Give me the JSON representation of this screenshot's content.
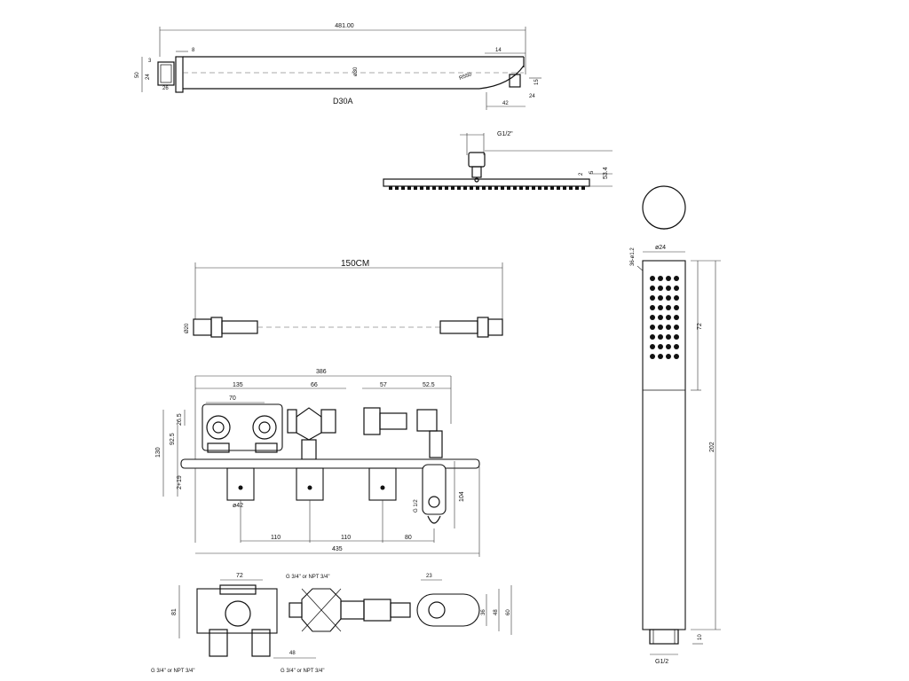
{
  "drawing": {
    "arm": {
      "label": "D30A",
      "total_length": "481.00",
      "flange_depth": "8",
      "end_offset": "14",
      "flange_height": "50",
      "square_a": "3",
      "square_b": "24",
      "square_c": "26",
      "tube": "ø30",
      "radius": "R550",
      "drop": "15",
      "drop_b": "24",
      "reach": "42"
    },
    "shower_head": {
      "thread": "G1/2\"",
      "dims": [
        "2",
        "5",
        "53.4"
      ]
    },
    "hose": {
      "length": "150CM",
      "diameter": "Ø20"
    },
    "valve_front": {
      "overall_top": "386",
      "seg1": "135",
      "seg2": "66",
      "seg3": "57",
      "seg4": "52.5",
      "inner": "70",
      "h_total": "130",
      "h_mid": "92.5",
      "h_top": "26.5",
      "h_low": "2+19",
      "knob_dia": "ø42",
      "spacing_a": "110",
      "spacing_b": "110",
      "spacing_c": "80",
      "plate_width": "435",
      "outlet_height": "104",
      "outlet_thread": "G 1/2"
    },
    "valve_plan": {
      "top_dim": "72",
      "connection_top": "G 3/4\" or NPT 3/4\"",
      "depth": "81",
      "offset": "48",
      "width_a": "23",
      "height_a": "36",
      "height_b": "48",
      "height_c": "60",
      "conn_left": "G 3/4\" or NPT 3/4\"",
      "conn_right": "G 3/4\" or NPT 3/4\""
    },
    "hand_shower": {
      "holes": "36-ø1.2",
      "diameter": "ø24",
      "spray_len": "72",
      "total_len": "202",
      "thread_len": "10",
      "thread": "G1/2"
    }
  }
}
